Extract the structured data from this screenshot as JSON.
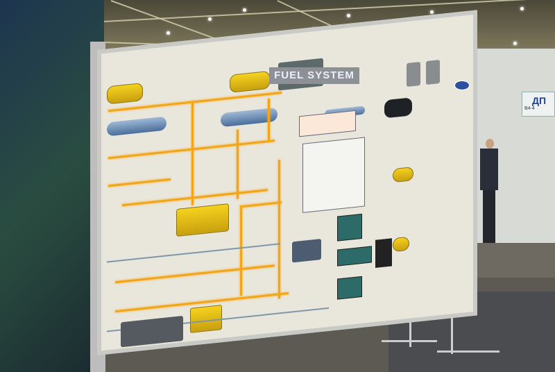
{
  "board": {
    "title": "FUEL SYSTEM"
  },
  "booth": {
    "sign": "ДП",
    "sublabel": "B4-4"
  },
  "colors": {
    "board": "#e9e6dc",
    "pipe": "#f2a51a",
    "tank": "#f5d21e",
    "blue_tank": "#6f8fb8"
  }
}
